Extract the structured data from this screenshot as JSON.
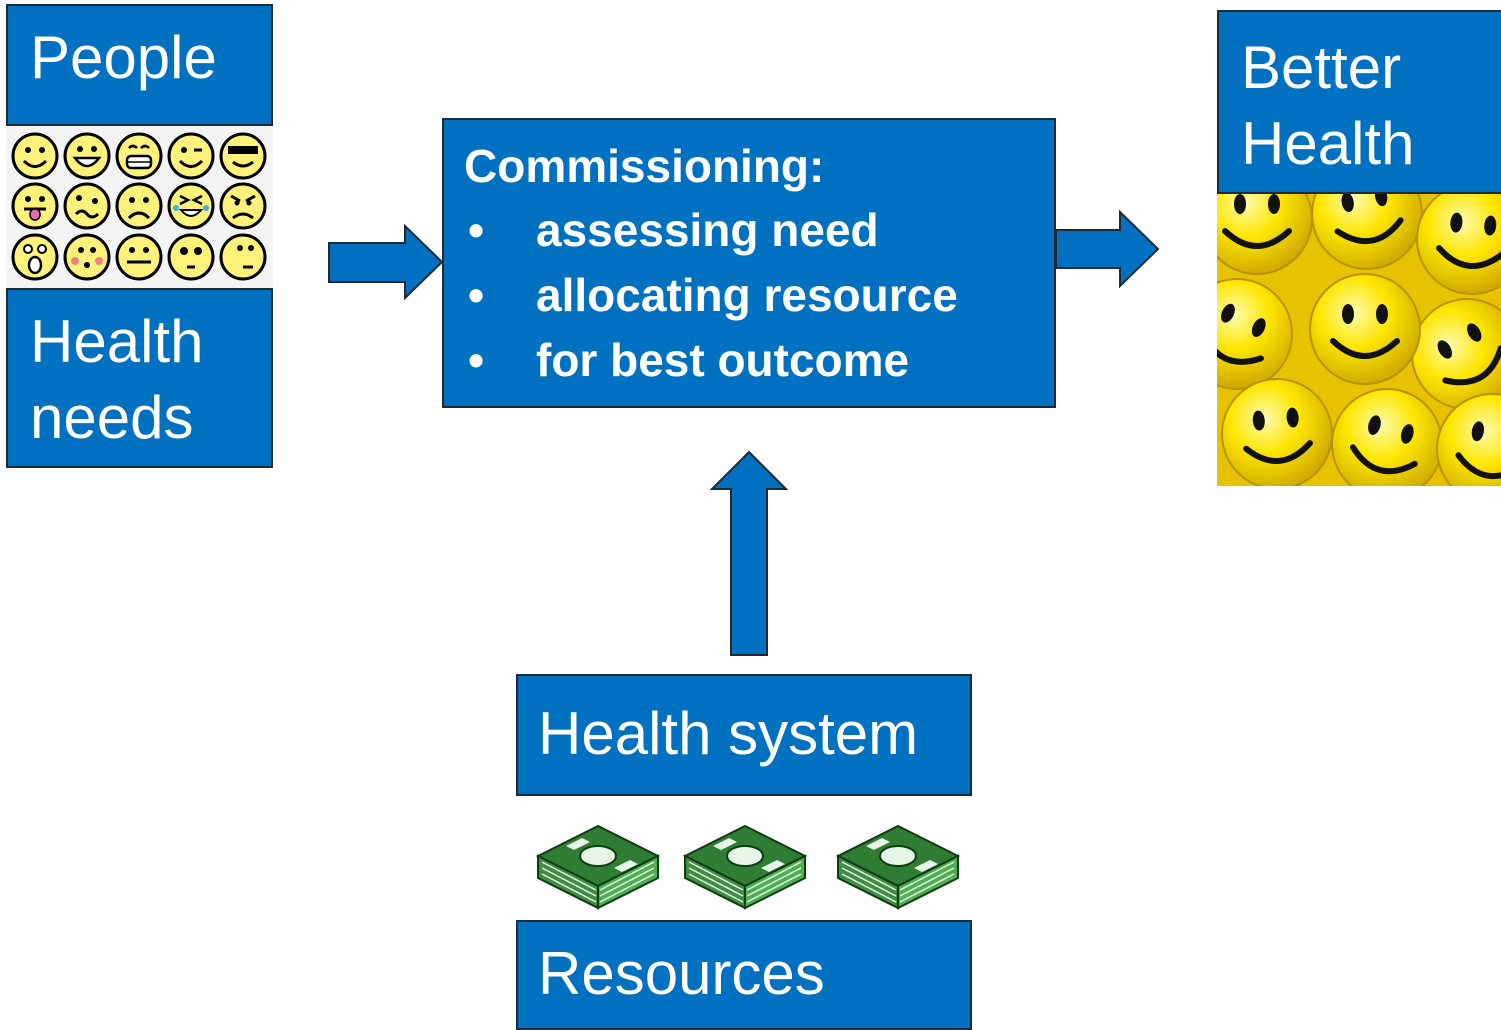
{
  "people": {
    "label": "People"
  },
  "needs": {
    "label": "Health needs"
  },
  "commissioning": {
    "title": "Commissioning:",
    "items": [
      "assessing need",
      "allocating resource",
      "for best outcome"
    ]
  },
  "outcome": {
    "label": "Better Health"
  },
  "health_system": {
    "label": "Health system"
  },
  "resources": {
    "label": "Resources"
  },
  "icons": {
    "faces": "emoticon-faces-grid",
    "smileys": "smiley-faces-image",
    "money": "money-stack-icon"
  },
  "colors": {
    "box_fill": "#0070c0",
    "box_border": "#1f2a36",
    "text": "#ffffff",
    "smiley": "#ffe600",
    "money": "#2e7d32"
  }
}
